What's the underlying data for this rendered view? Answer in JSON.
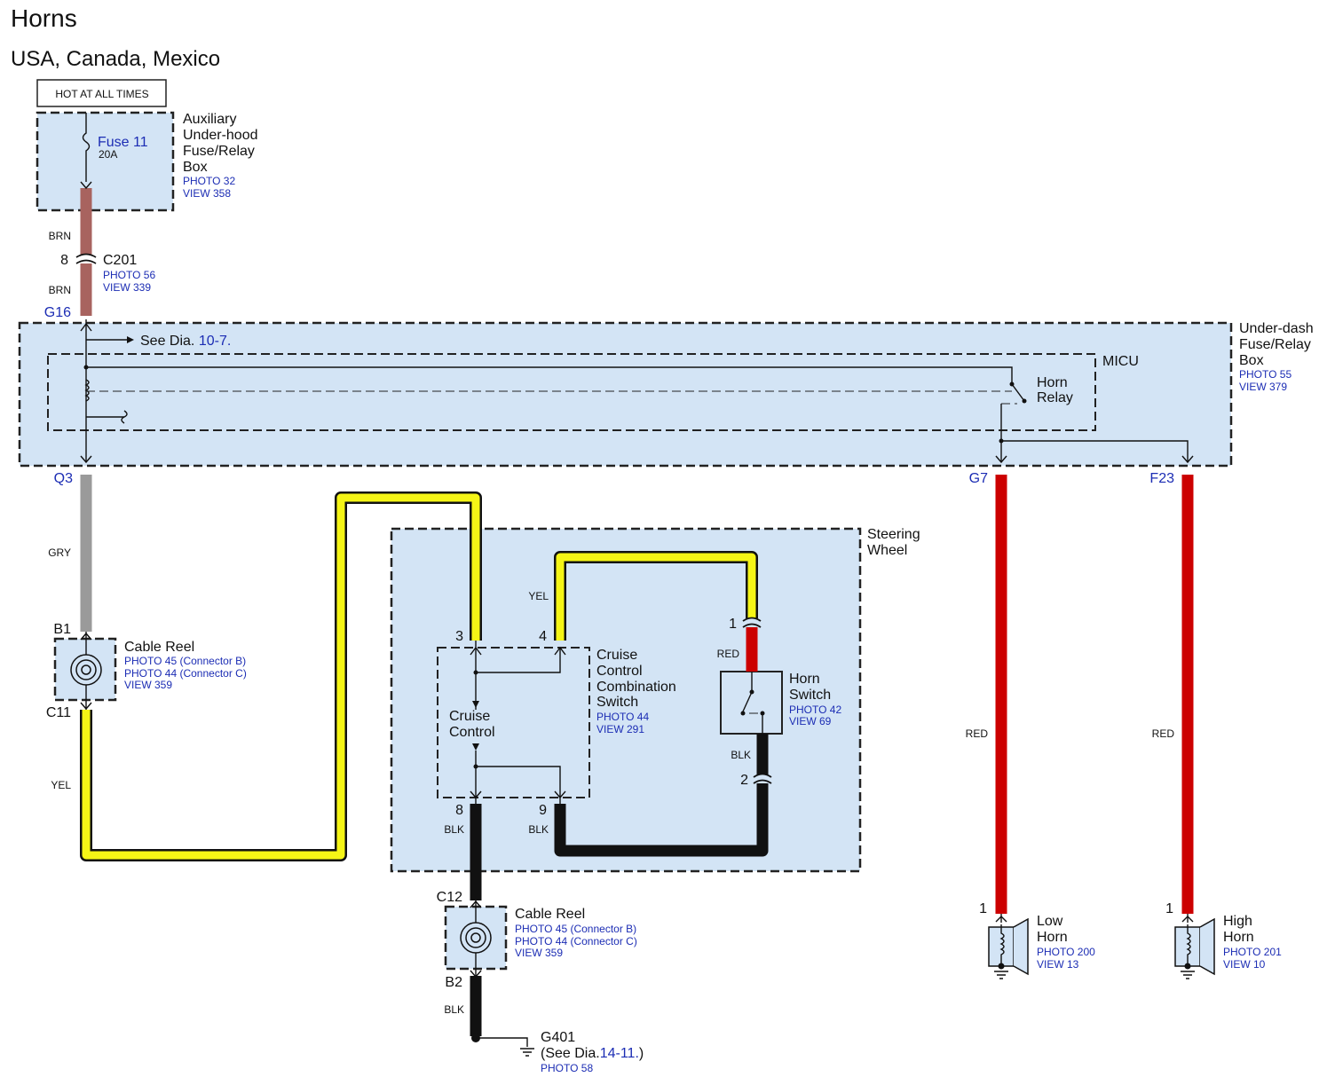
{
  "title": "Horns",
  "subtitle": "USA, Canada, Mexico",
  "hot_label": "HOT AT ALL TIMES",
  "aux_box": {
    "name_lines": [
      "Auxiliary",
      "Under-hood",
      "Fuse/Relay",
      "Box"
    ],
    "refs": [
      "PHOTO 32",
      "VIEW 358"
    ],
    "fuse": "Fuse 11",
    "rating": "20A"
  },
  "c201": {
    "pin": "8",
    "name": "C201",
    "refs": [
      "PHOTO 56",
      "VIEW 339"
    ],
    "wire_top": "BRN",
    "wire_bottom": "BRN"
  },
  "underdash": {
    "name_lines": [
      "Under-dash",
      "Fuse/Relay",
      "Box"
    ],
    "refs": [
      "PHOTO 55",
      "VIEW 379"
    ],
    "micu": "MICU",
    "relay_lines": [
      "Horn",
      "Relay"
    ],
    "see_prefix": "See Dia.",
    "see_link": "10-7.",
    "term_g16": "G16",
    "term_q3": "Q3",
    "term_g7": "G7",
    "term_f23": "F23"
  },
  "wires": {
    "gry": "GRY",
    "yel": "YEL",
    "yel2": "YEL",
    "red1": "RED",
    "red_g7": "RED",
    "red_f23": "RED",
    "blk_8": "BLK",
    "blk_9": "BLK",
    "blk_sw": "BLK",
    "blk_bottom": "BLK"
  },
  "cable_reel_1": {
    "top": "B1",
    "bottom": "C11",
    "name": "Cable Reel",
    "refs": [
      "PHOTO 45 (Connector B)",
      "PHOTO 44 (Connector C)",
      "VIEW 359"
    ]
  },
  "cable_reel_2": {
    "top": "C12",
    "bottom": "B2",
    "name": "Cable Reel",
    "refs": [
      "PHOTO 45 (Connector B)",
      "PHOTO 44 (Connector C)",
      "VIEW 359"
    ]
  },
  "steering": {
    "name_lines": [
      "Steering",
      "Wheel"
    ]
  },
  "cruise_switch": {
    "name_lines": [
      "Cruise",
      "Control",
      "Combination",
      "Switch"
    ],
    "refs": [
      "PHOTO 44",
      "VIEW 291"
    ],
    "inner_lines": [
      "Cruise",
      "Control"
    ],
    "pins": {
      "p3": "3",
      "p4": "4",
      "p8": "8",
      "p9": "9"
    }
  },
  "horn_switch": {
    "name_lines": [
      "Horn",
      "Switch"
    ],
    "refs": [
      "PHOTO 42",
      "VIEW 69"
    ],
    "pin1": "1",
    "pin2": "2"
  },
  "ground": {
    "name": "G401",
    "see_prefix": "(See Dia.",
    "see_link": "14-11.",
    "see_suffix": ")",
    "refs": [
      "PHOTO 58"
    ]
  },
  "low_horn": {
    "pin": "1",
    "name_lines": [
      "Low",
      "Horn"
    ],
    "refs": [
      "PHOTO 200",
      "VIEW 13"
    ]
  },
  "high_horn": {
    "pin": "1",
    "name_lines": [
      "High",
      "Horn"
    ],
    "refs": [
      "PHOTO 201",
      "VIEW 10"
    ]
  },
  "colors": {
    "brn": "#a8635f",
    "gry": "#9a9a9a",
    "yel": "#f5f516",
    "red": "#cc0000",
    "blk": "#111111",
    "box": "#d3e4f5",
    "ref_blue": "#1c2db4"
  }
}
